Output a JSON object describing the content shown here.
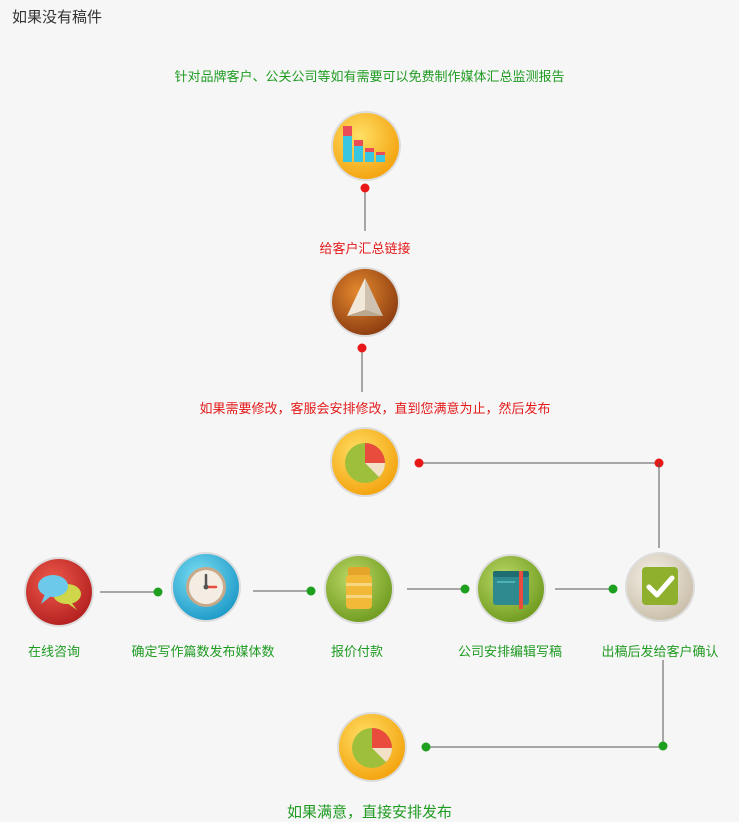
{
  "page_title": "如果没有稿件",
  "top_note": "针对品牌客户、公关公司等如有需要可以免费制作媒体汇总监测报告",
  "step_send_link": "给客户汇总链接",
  "step_revise": "如果需要修改，客服会安排修改，直到您满意为止，然后发布",
  "flow_steps": [
    "在线咨询",
    "确定写作篇数发布媒体数",
    "报价付款",
    "公司安排编辑写稿",
    "出稿后发给客户确认"
  ],
  "bottom_note": "如果满意，直接安排发布",
  "colors": {
    "green_text": "#1f9b22",
    "red_text": "#e31a1a",
    "green_dot": "#1e9f1e",
    "red_dot": "#e81818",
    "line": "#555555"
  },
  "icons": {
    "report": "bar-chart-icon",
    "link": "paper-plane-icon",
    "revise": "pie-chart-icon",
    "consult": "chat-bubbles-icon",
    "decide": "clock-icon",
    "pay": "coin-stack-icon",
    "write": "notebook-icon",
    "confirm": "checkmark-icon",
    "publish": "pie-chart-icon"
  }
}
